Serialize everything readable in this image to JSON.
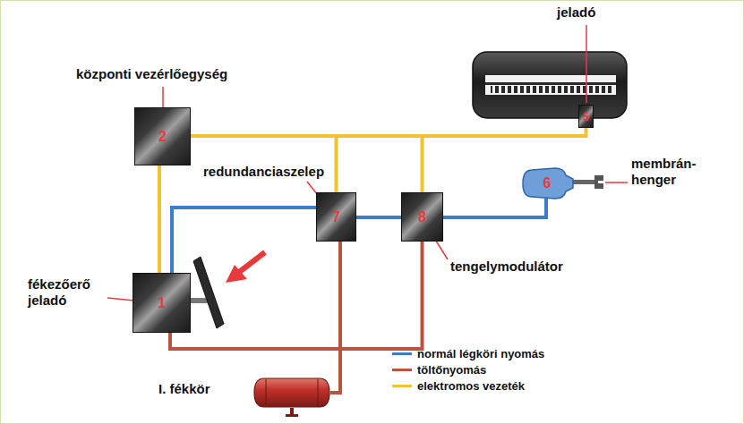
{
  "diagram": {
    "nodes": [
      {
        "text": [
          "2",
          "központi vezérlőegység"
        ]
      },
      {
        "text": [
          "5",
          "jeladó"
        ]
      },
      {
        "text": [
          "6",
          "membrán- henger"
        ]
      },
      {
        "text": [
          "7",
          "redundanciaszelep"
        ]
      },
      {
        "text": [
          "8",
          "tengelymodulátor"
        ]
      },
      {
        "text": [
          "1",
          "fékezőerő jeladó"
        ]
      },
      {
        "text": [
          "I. fékkör"
        ]
      }
    ],
    "edges": [
      {
        "from": 0,
        "to": 5,
        "arrow": "none"
      },
      {
        "from": 0,
        "to": 1,
        "arrow": "none"
      },
      {
        "from": 0,
        "to": 3,
        "arrow": "none"
      },
      {
        "from": 0,
        "to": 4,
        "arrow": "none"
      },
      {
        "from": 5,
        "to": 3,
        "arrow": "none"
      },
      {
        "from": 3,
        "to": 4,
        "arrow": "none"
      },
      {
        "from": 4,
        "to": 2,
        "arrow": "none"
      },
      {
        "from": 5,
        "to": 4,
        "arrow": "none"
      },
      {
        "from": 6,
        "to": 3,
        "arrow": "none"
      }
    ],
    "legend": [
      {
        "text": "normál légköri nyomás",
        "color": "#3d7cc9"
      },
      {
        "text": "töltőnyomás",
        "color": "#b9553f"
      },
      {
        "text": "elektromos vezeték",
        "color": "#f2c230"
      }
    ]
  }
}
